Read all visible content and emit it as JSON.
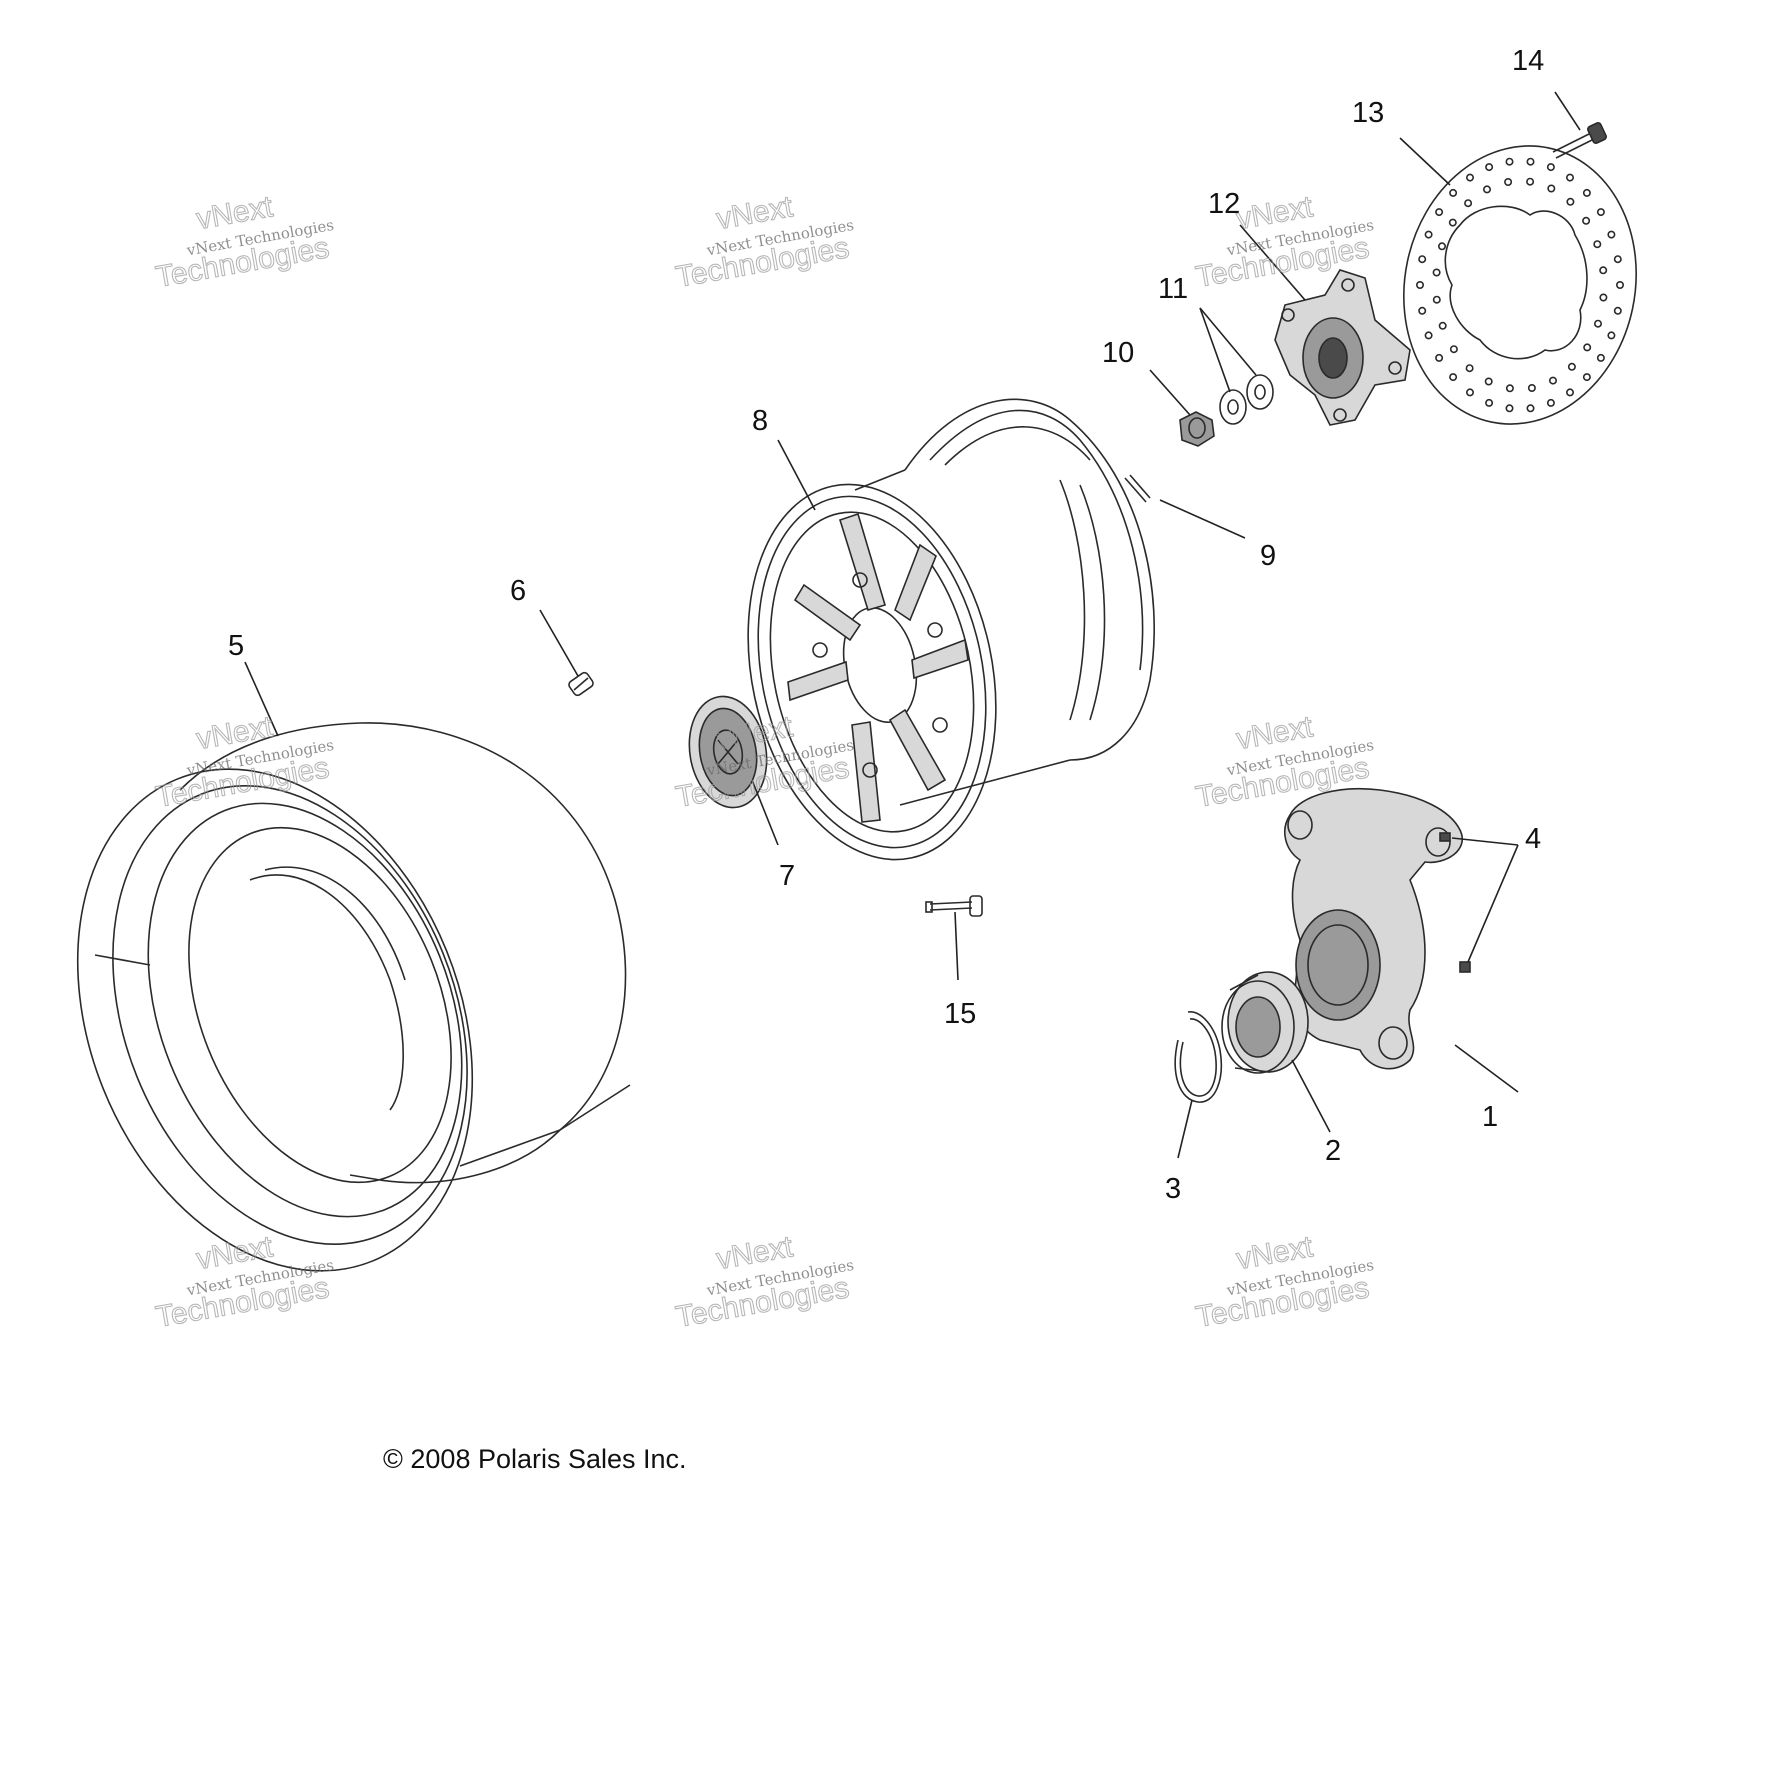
{
  "callouts": [
    "1",
    "2",
    "3",
    "4",
    "5",
    "6",
    "7",
    "8",
    "9",
    "10",
    "11",
    "12",
    "13",
    "14",
    "15"
  ],
  "watermark": {
    "line1": "vNext Technologies",
    "line2": "vNext",
    "line3": "Technologies"
  },
  "copyright": "© 2008 Polaris Sales Inc."
}
